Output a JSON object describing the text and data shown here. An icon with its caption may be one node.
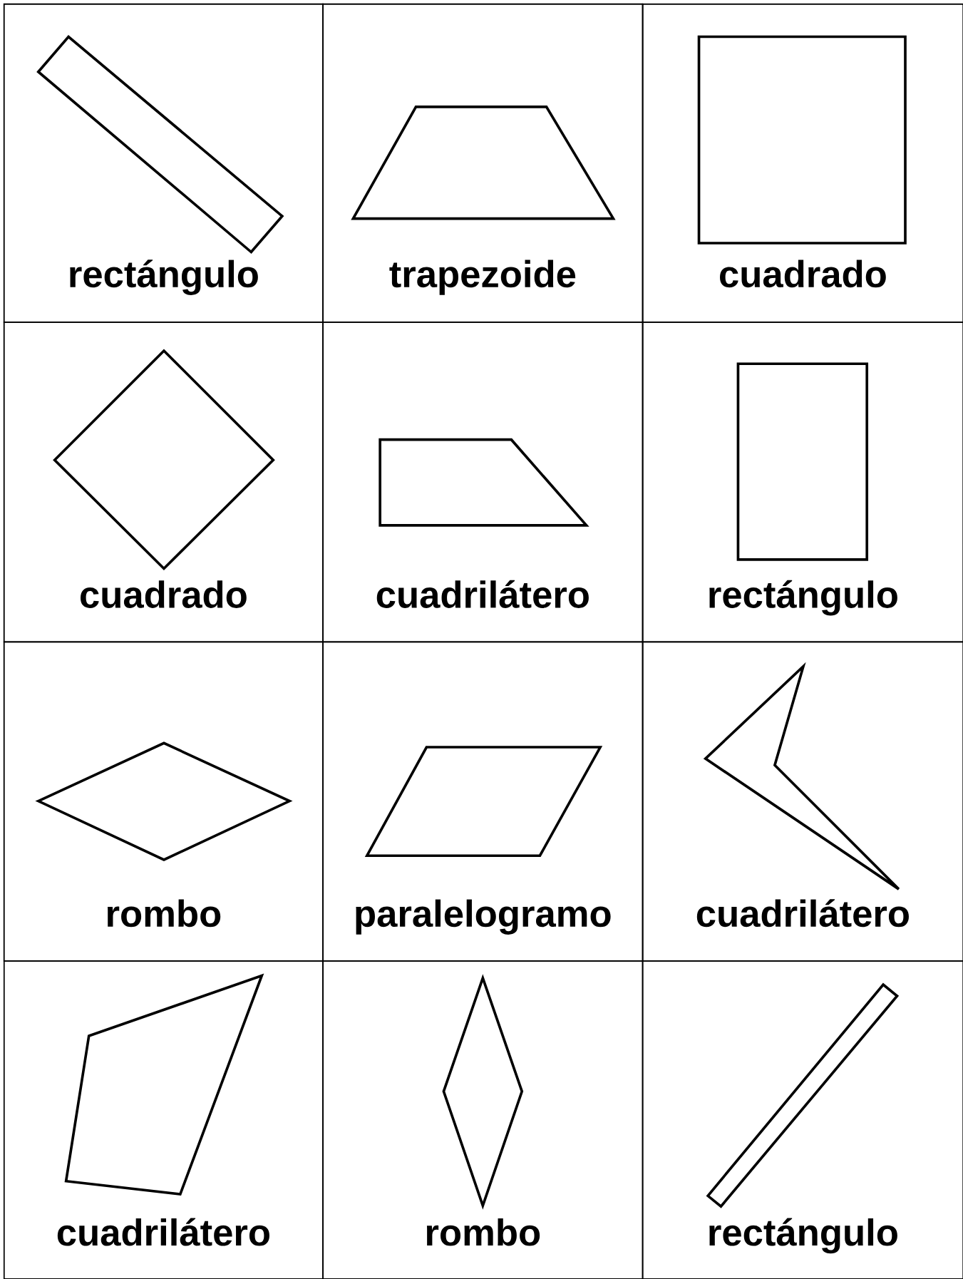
{
  "diagram": {
    "nodes": [
      {
        "text": [
          "rectángulo"
        ]
      },
      {
        "text": [
          "trapezoide"
        ]
      },
      {
        "text": [
          "cuadrado"
        ]
      },
      {
        "text": [
          "cuadrado"
        ]
      },
      {
        "text": [
          "cuadrilátero"
        ]
      },
      {
        "text": [
          "rectángulo"
        ]
      },
      {
        "text": [
          "rombo"
        ]
      },
      {
        "text": [
          "paralelogramo"
        ]
      },
      {
        "text": [
          "cuadrilátero"
        ]
      },
      {
        "text": [
          "cuadrilátero"
        ]
      },
      {
        "text": [
          "rombo"
        ]
      },
      {
        "text": [
          "rectángulo"
        ]
      }
    ]
  }
}
